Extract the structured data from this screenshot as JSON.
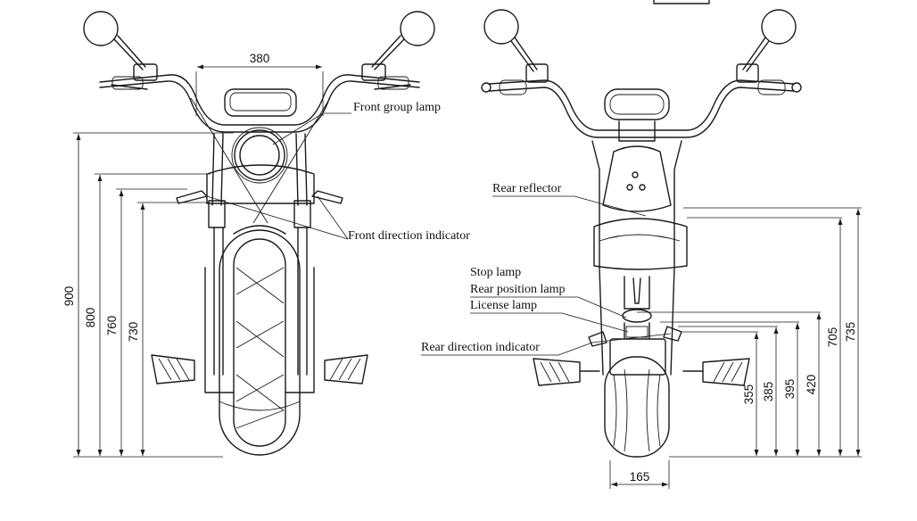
{
  "front_view": {
    "width_dimension": "380",
    "height_dimensions": [
      "900",
      "800",
      "760",
      "730"
    ],
    "labels": {
      "front_group_lamp": "Front group lamp",
      "front_direction_indicator": "Front direction indicator"
    }
  },
  "rear_view": {
    "width_dimension": "165",
    "height_dimensions": [
      "355",
      "385",
      "395",
      "420",
      "705",
      "735"
    ],
    "labels": {
      "rear_reflector": "Rear reflector",
      "stop_lamp": "Stop lamp",
      "rear_position_lamp": "Rear position lamp",
      "license_lamp": "License lamp",
      "rear_direction_indicator": "Rear direction indicator"
    }
  }
}
